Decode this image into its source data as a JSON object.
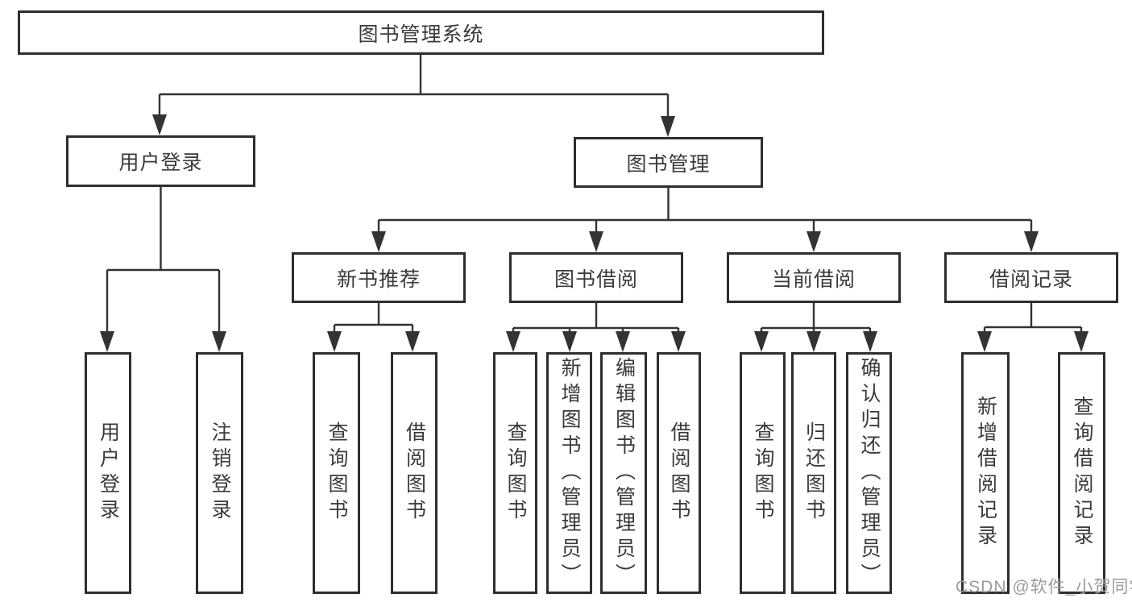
{
  "diagram": {
    "root": "图书管理系统",
    "level2": {
      "user_login": "用户登录",
      "book_management": "图书管理"
    },
    "user_login_children": [
      "用户登录",
      "注销登录"
    ],
    "book_management_children": [
      "新书推荐",
      "图书借阅",
      "当前借阅",
      "借阅记录"
    ],
    "new_book_children": [
      "查询图书",
      "借阅图书"
    ],
    "borrow_children": [
      "查询图书",
      "新增图书（管理员）",
      "编辑图书（管理员）",
      "借阅图书"
    ],
    "current_borrow_children": [
      "查询图书",
      "归还图书",
      "确认归还（管理员）"
    ],
    "record_children": [
      "新增借阅记录",
      "查询借阅记录"
    ]
  },
  "watermark": {
    "text": "CSDN @软件_小贺同学"
  },
  "colors": {
    "line": "#333333",
    "border": "#2e2e2e",
    "text": "#3a3a3a",
    "watermark": "#9b9b9b",
    "background": "#ffffff"
  }
}
